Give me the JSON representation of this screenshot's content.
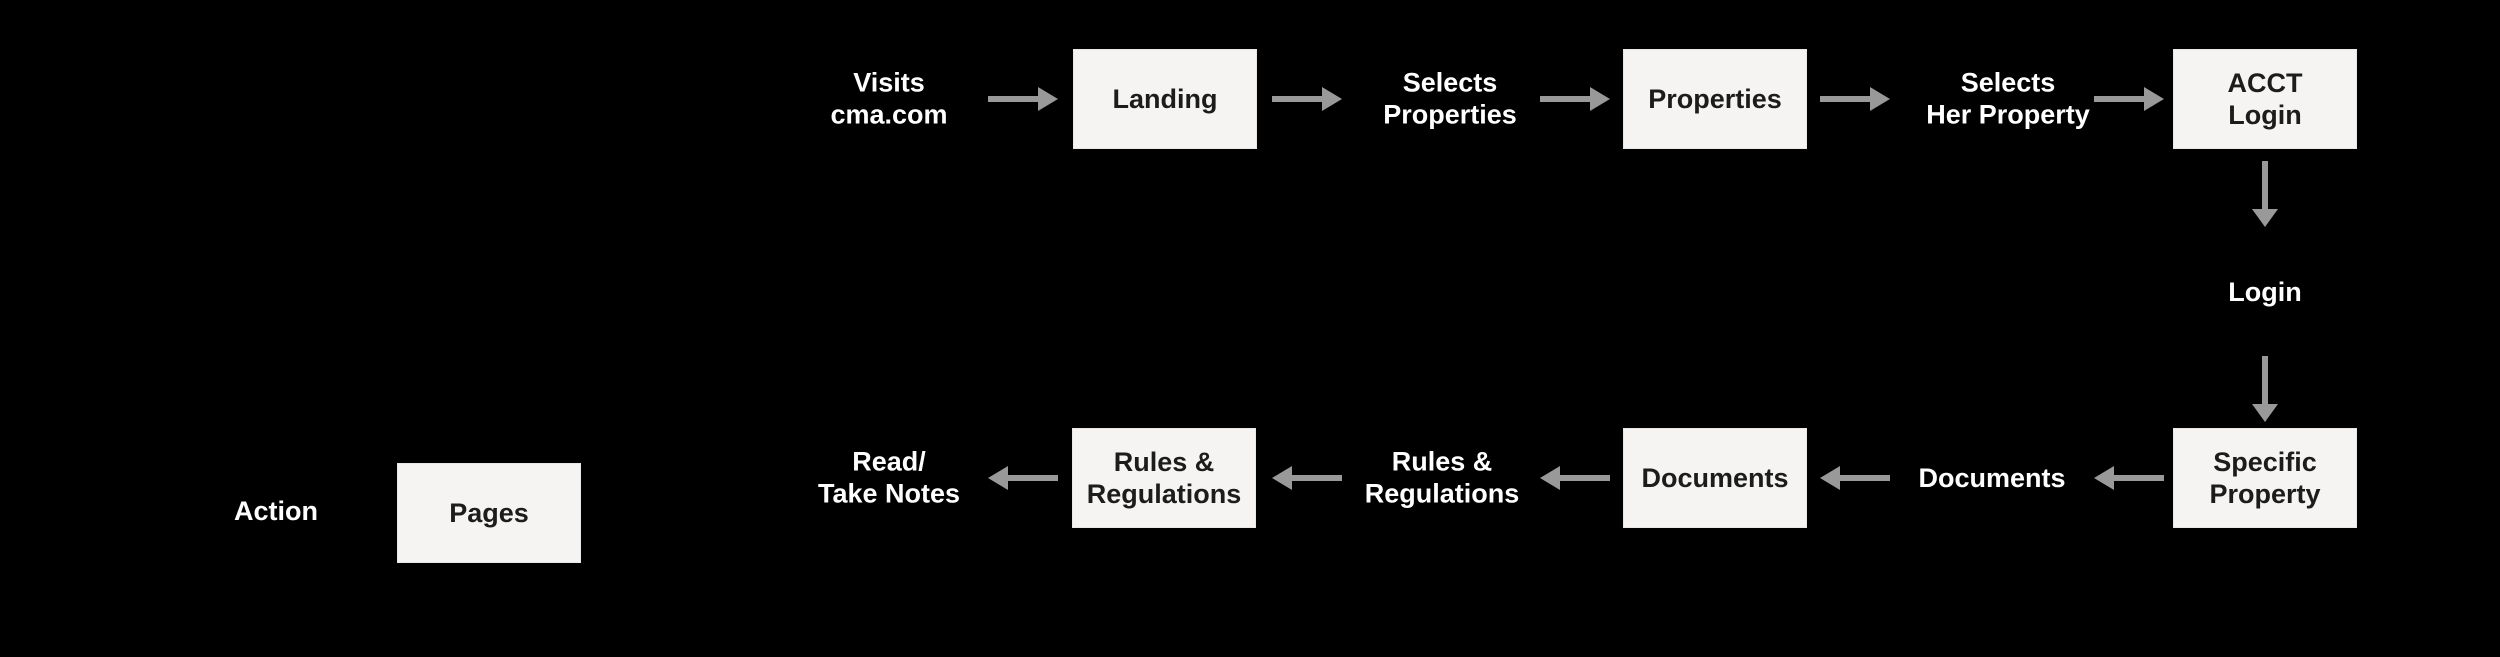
{
  "colors": {
    "background": "#000000",
    "box_fill": "#f5f4f2",
    "box_text": "#1c1c1c",
    "label_text": "#ffffff",
    "arrow": "#999999"
  },
  "legend": {
    "action_label": "Action",
    "pages_label": "Pages"
  },
  "flow": {
    "top_row": {
      "visits_label": "Visits\ncma.com",
      "landing_box": "Landing",
      "selects_properties_label": "Selects\nProperties",
      "properties_box": "Properties",
      "selects_her_property_label": "Selects\nHer Property",
      "acct_login_box": "ACCT\nLogin"
    },
    "vertical": {
      "login_label": "Login"
    },
    "bottom_row": {
      "specific_property_box": "Specific\nProperty",
      "documents_label": "Documents",
      "documents_box": "Documents",
      "rules_regulations_label": "Rules &\nRegulations",
      "rules_regulations_box": "Rules &\nRegulations",
      "read_take_notes_label": "Read/\nTake Notes"
    }
  }
}
